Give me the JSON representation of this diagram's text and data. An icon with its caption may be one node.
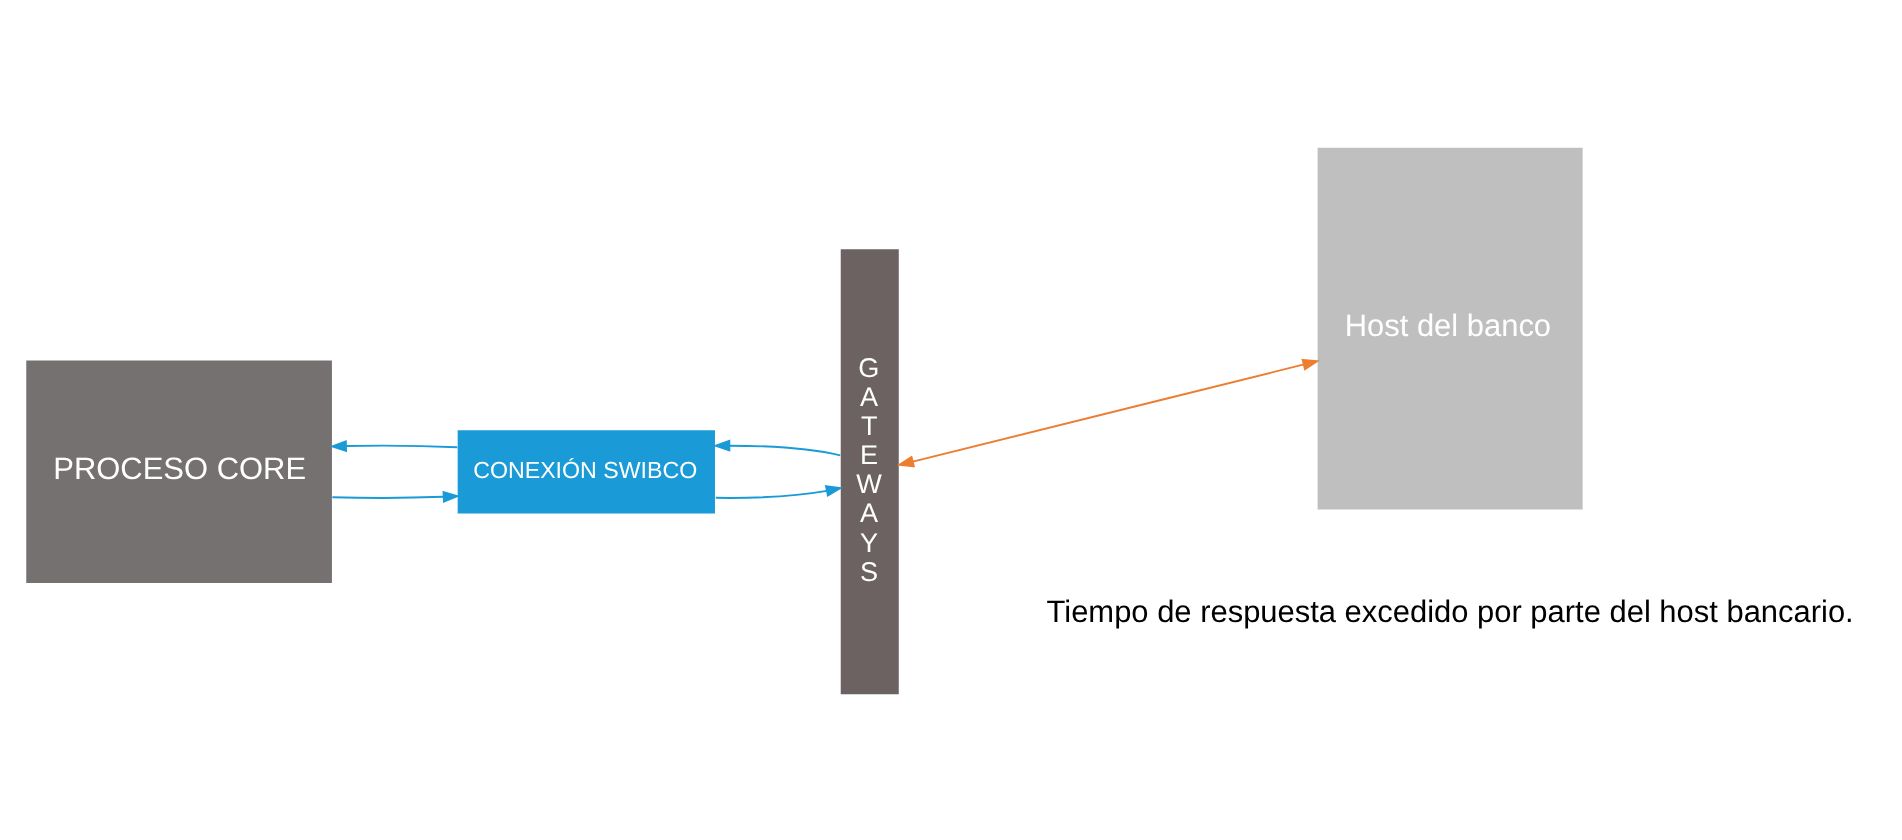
{
  "diagram": {
    "nodes": [
      {
        "text": [
          "PROCESO CORE"
        ]
      },
      {
        "text": [
          "CONEXIÓN SWIBCO"
        ]
      },
      {
        "text": [
          "GATEWAYS"
        ]
      },
      {
        "text": [
          "Host del banco"
        ]
      }
    ],
    "edges": [
      {
        "from": 0,
        "to": 1,
        "arrow": "to"
      },
      {
        "from": 1,
        "to": 0,
        "arrow": "to"
      },
      {
        "from": 1,
        "to": 2,
        "arrow": "to"
      },
      {
        "from": 2,
        "to": 1,
        "arrow": "to"
      },
      {
        "from": 2,
        "to": 3,
        "arrow": "both",
        "color": "#ed7d31"
      }
    ],
    "labels": [
      "Tiempo de respuesta excedido por parte del host bancario."
    ]
  }
}
